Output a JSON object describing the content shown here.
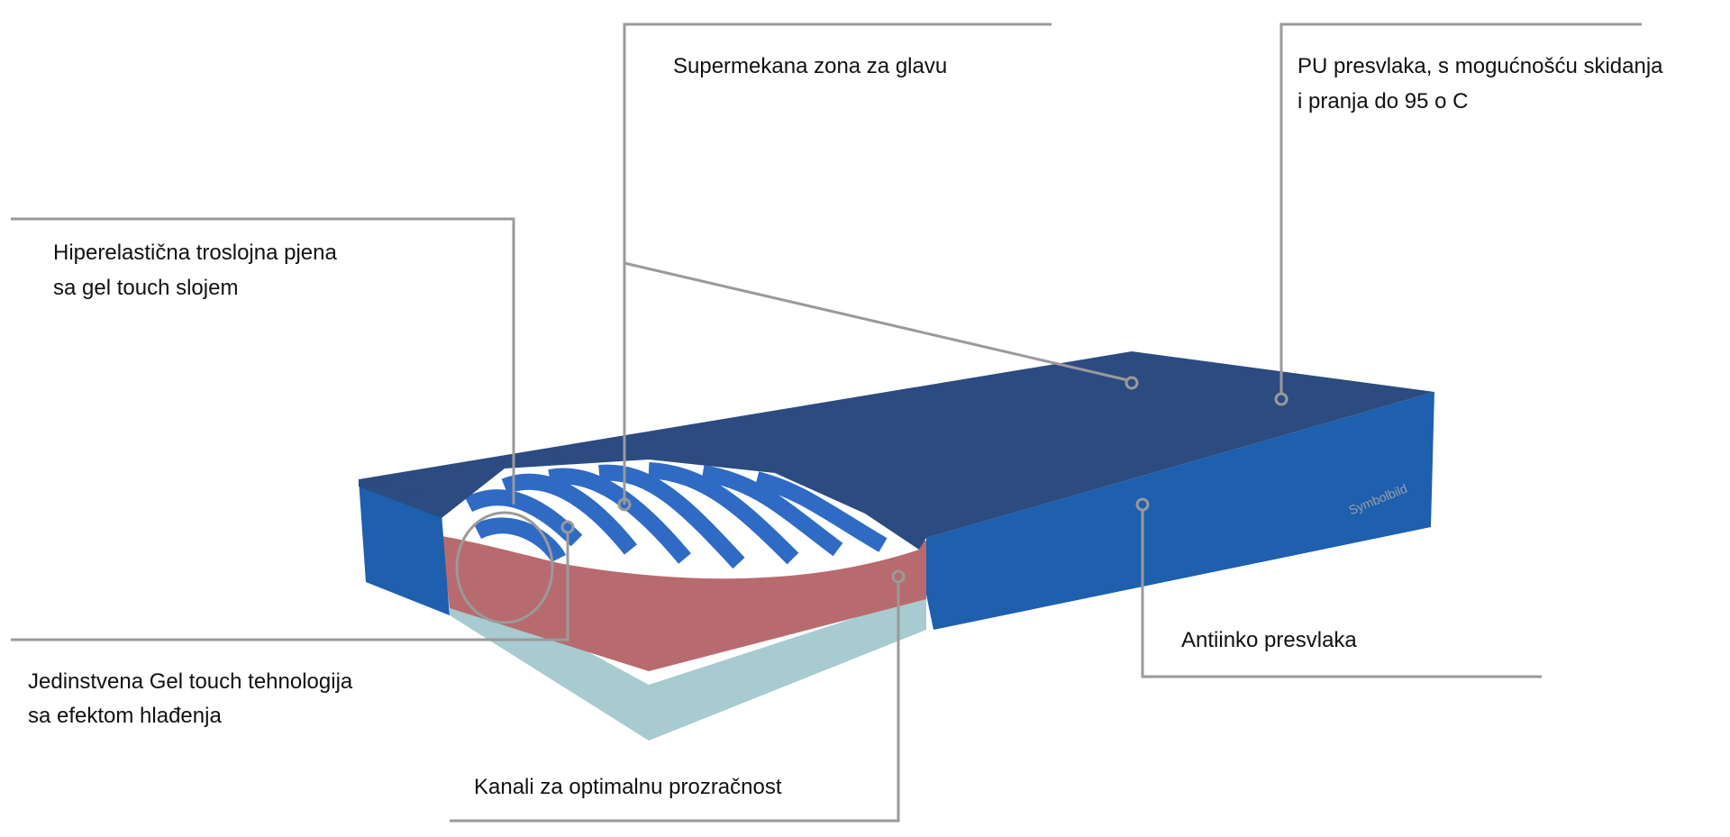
{
  "labels": {
    "head_zone": "Supermekana zona za glavu",
    "pu_cover": [
      "PU presvlaka, s mogućnošću skidanja",
      "i pranja do 95 o C"
    ],
    "foam": [
      "Hiperelastična troslojna pjena",
      "sa gel touch slojem"
    ],
    "gel_touch": [
      "Jedinstvena Gel touch tehnologija",
      "sa efektom hlađenja"
    ],
    "channels": "Kanali za optimalnu prozračnost",
    "antiinko": "Antiinko presvlaka",
    "symbol": "Symbolbild"
  },
  "colors": {
    "top": "#2c4b80",
    "front": "#1e5fae",
    "pink": "#b86b6f",
    "base": "#a7cbd0",
    "stripe": "#2f6bc4",
    "leader": "#9a9a9a"
  }
}
